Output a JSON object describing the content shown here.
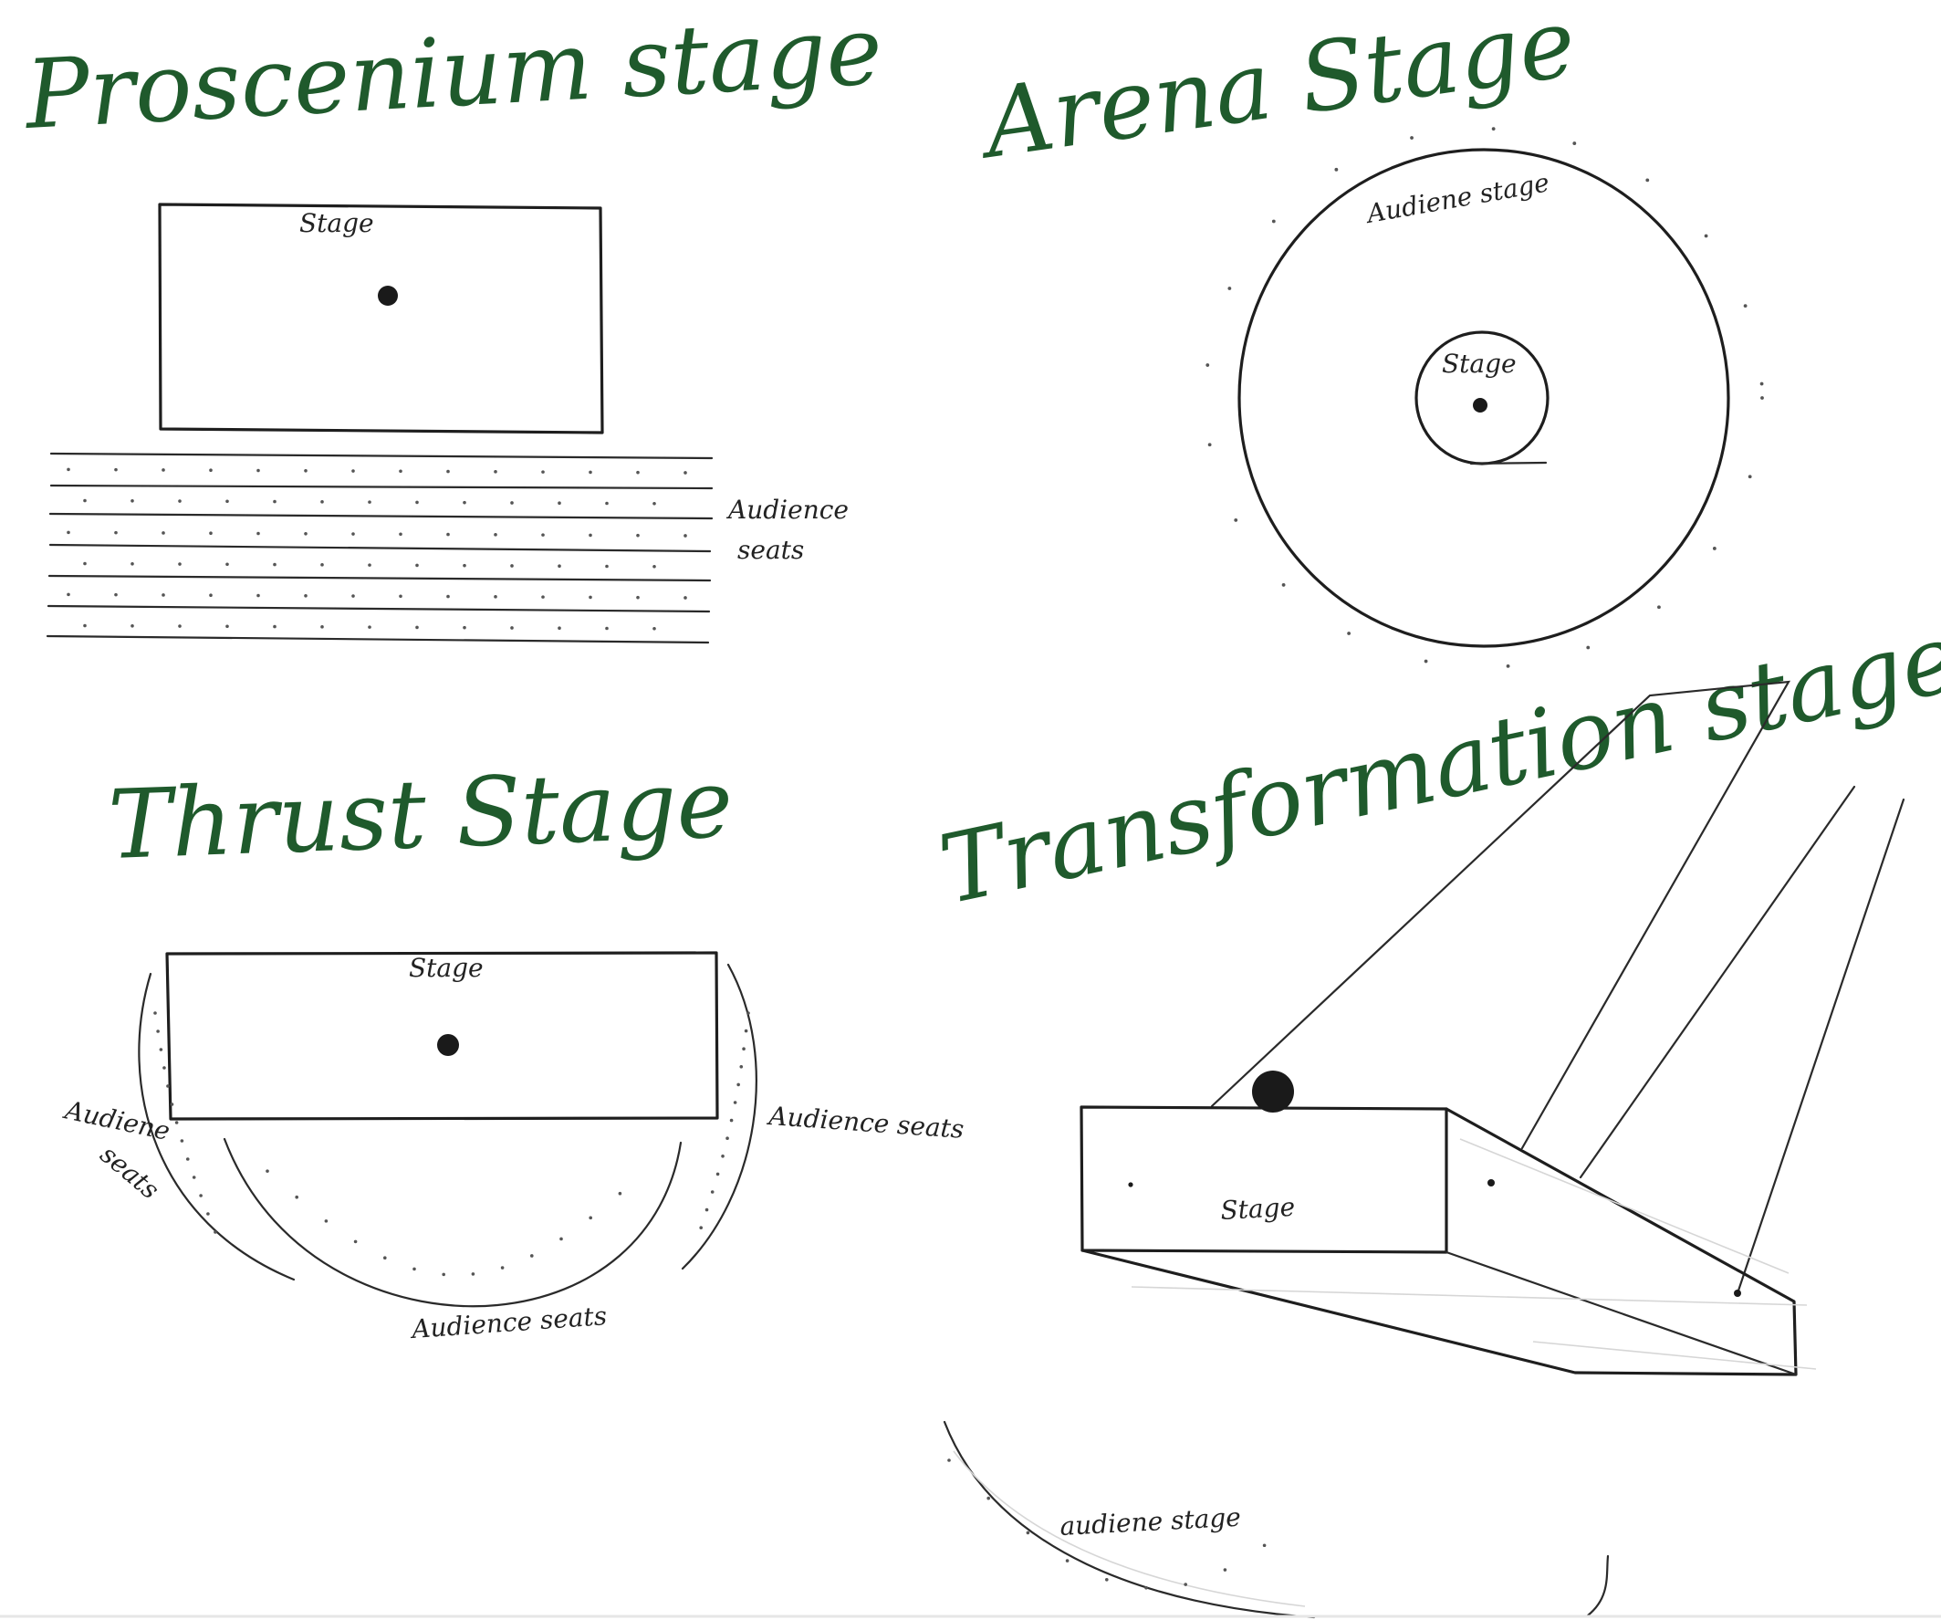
{
  "diagrams": {
    "proscenium": {
      "title": "Proscenium stage",
      "stage_label": "Stage",
      "seats_label_line1": "Audience",
      "seats_label_line2": "seats"
    },
    "arena": {
      "title": "Arena Stage",
      "outer_label": "Audiene stage",
      "stage_label": "Stage"
    },
    "thrust": {
      "title": "Thrust Stage",
      "stage_label": "Stage",
      "left_label_line1": "Audiene",
      "left_label_line2": "seats",
      "right_label": "Audience seats",
      "bottom_label": "Audience seats"
    },
    "transformation": {
      "title": "Transformation stage",
      "stage_label": "Stage",
      "bottom_label": "audiene stage"
    }
  },
  "colors": {
    "title_ink": "#1f5a2c",
    "pen_ink": "#1e1e1e"
  }
}
